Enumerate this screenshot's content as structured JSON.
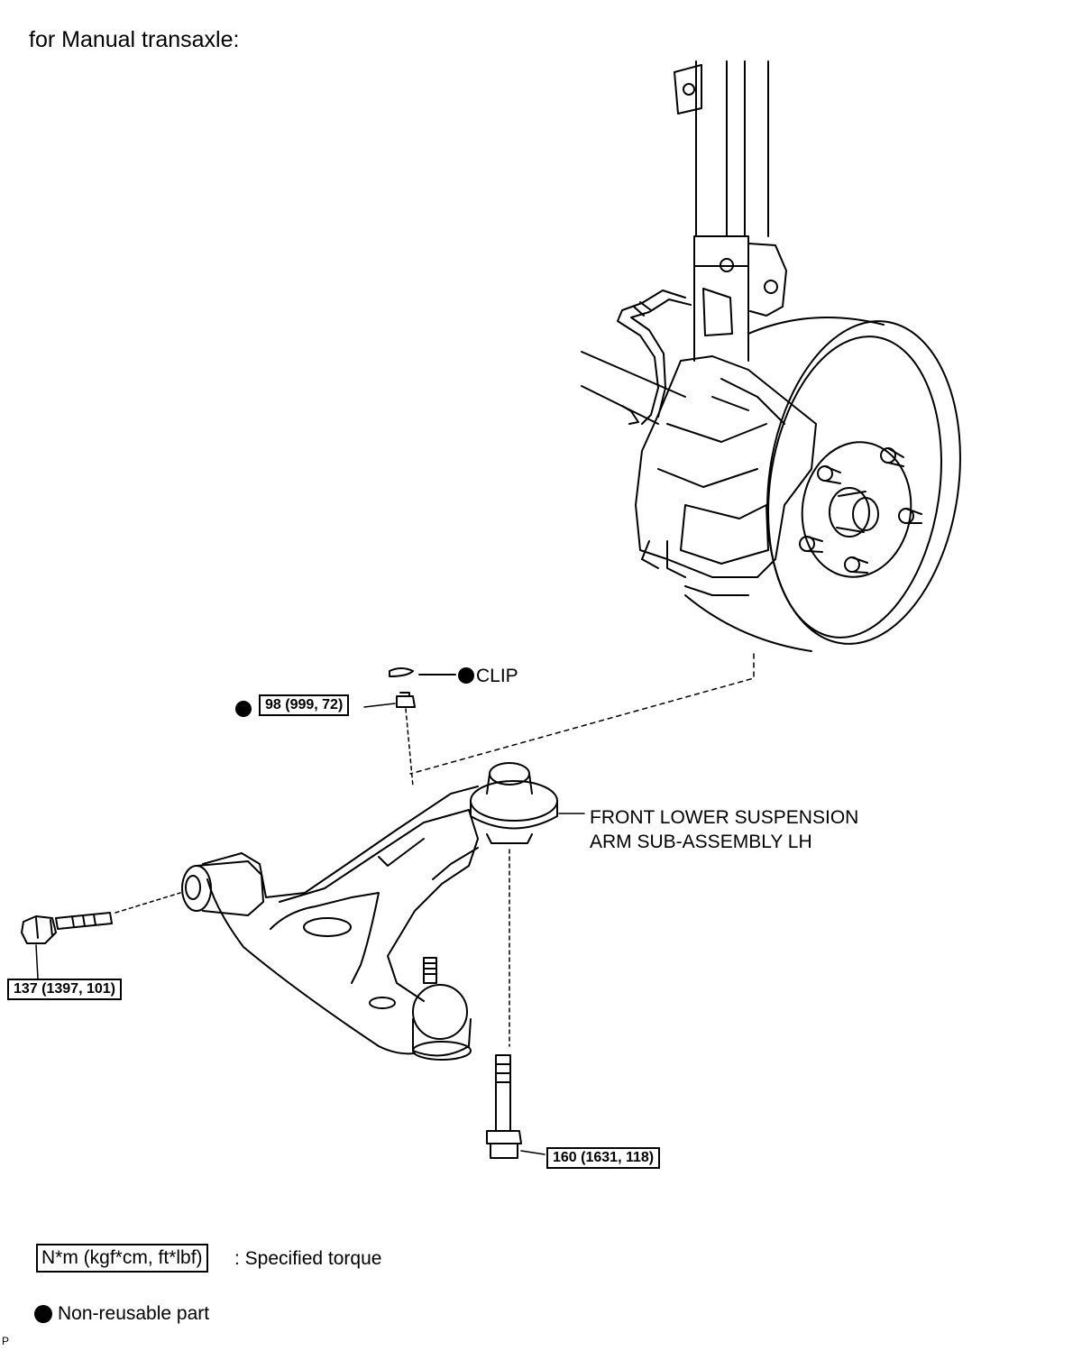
{
  "title": "for Manual transaxle:",
  "callouts": {
    "clip": "CLIP",
    "arm_line1": "FRONT LOWER SUSPENSION",
    "arm_line2": "ARM SUB-ASSEMBLY LH"
  },
  "torques": {
    "ball_joint_nut": "98 (999, 72)",
    "front_bolt": "137 (1397, 101)",
    "rear_bolt": "160 (1631, 118)"
  },
  "legend": {
    "torque_unit": "N*m (kgf*cm, ft*lbf)",
    "torque_desc": ": Specified torque",
    "nonreusable_desc": "Non-reusable part"
  },
  "corner_mark": "P",
  "colors": {
    "line": "#000000",
    "background": "#ffffff"
  }
}
